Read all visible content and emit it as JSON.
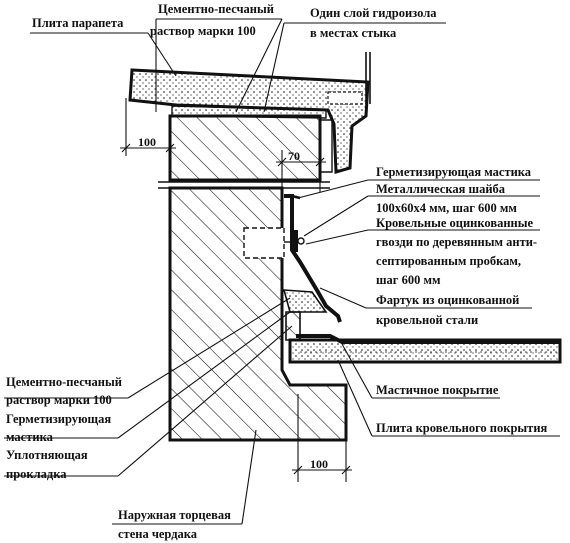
{
  "labels": {
    "parapet_slab": "Плита парапета",
    "mortar_top_1": "Цементно-песчаный",
    "mortar_top_2": "раствор марки 100",
    "waterproof_1": "Один слой гидроизола",
    "waterproof_2": "в местах стыка",
    "mastic_top": "Герметизирующая мастика",
    "washer_1": "Металлическая шайба",
    "washer_2": "100х60х4 мм, шаг 600 мм",
    "nails_1": "Кровельные оцинкованные",
    "nails_2": "гвозди по деревянным анти-",
    "nails_3": "септированным пробкам,",
    "nails_4": "шаг 600 мм",
    "apron_1": "Фартук из оцинкованной",
    "apron_2": "кровельной стали",
    "mastic_cover": "Мастичное покрытие",
    "roof_slab": "Плита кровельного покрытия",
    "mortar_bot_1": "Цементно-песчаный",
    "mortar_bot_2": "раствор марки 100",
    "sealing_mastic_1": "Герметизирующая",
    "sealing_mastic_2": "мастика",
    "gasket_1": "Уплотняющая",
    "gasket_2": "прокладка",
    "wall_1": "Наружная торцевая",
    "wall_2": "стена чердака"
  },
  "dimensions": {
    "overhang": "100",
    "gap": "70",
    "bottom": "100"
  }
}
